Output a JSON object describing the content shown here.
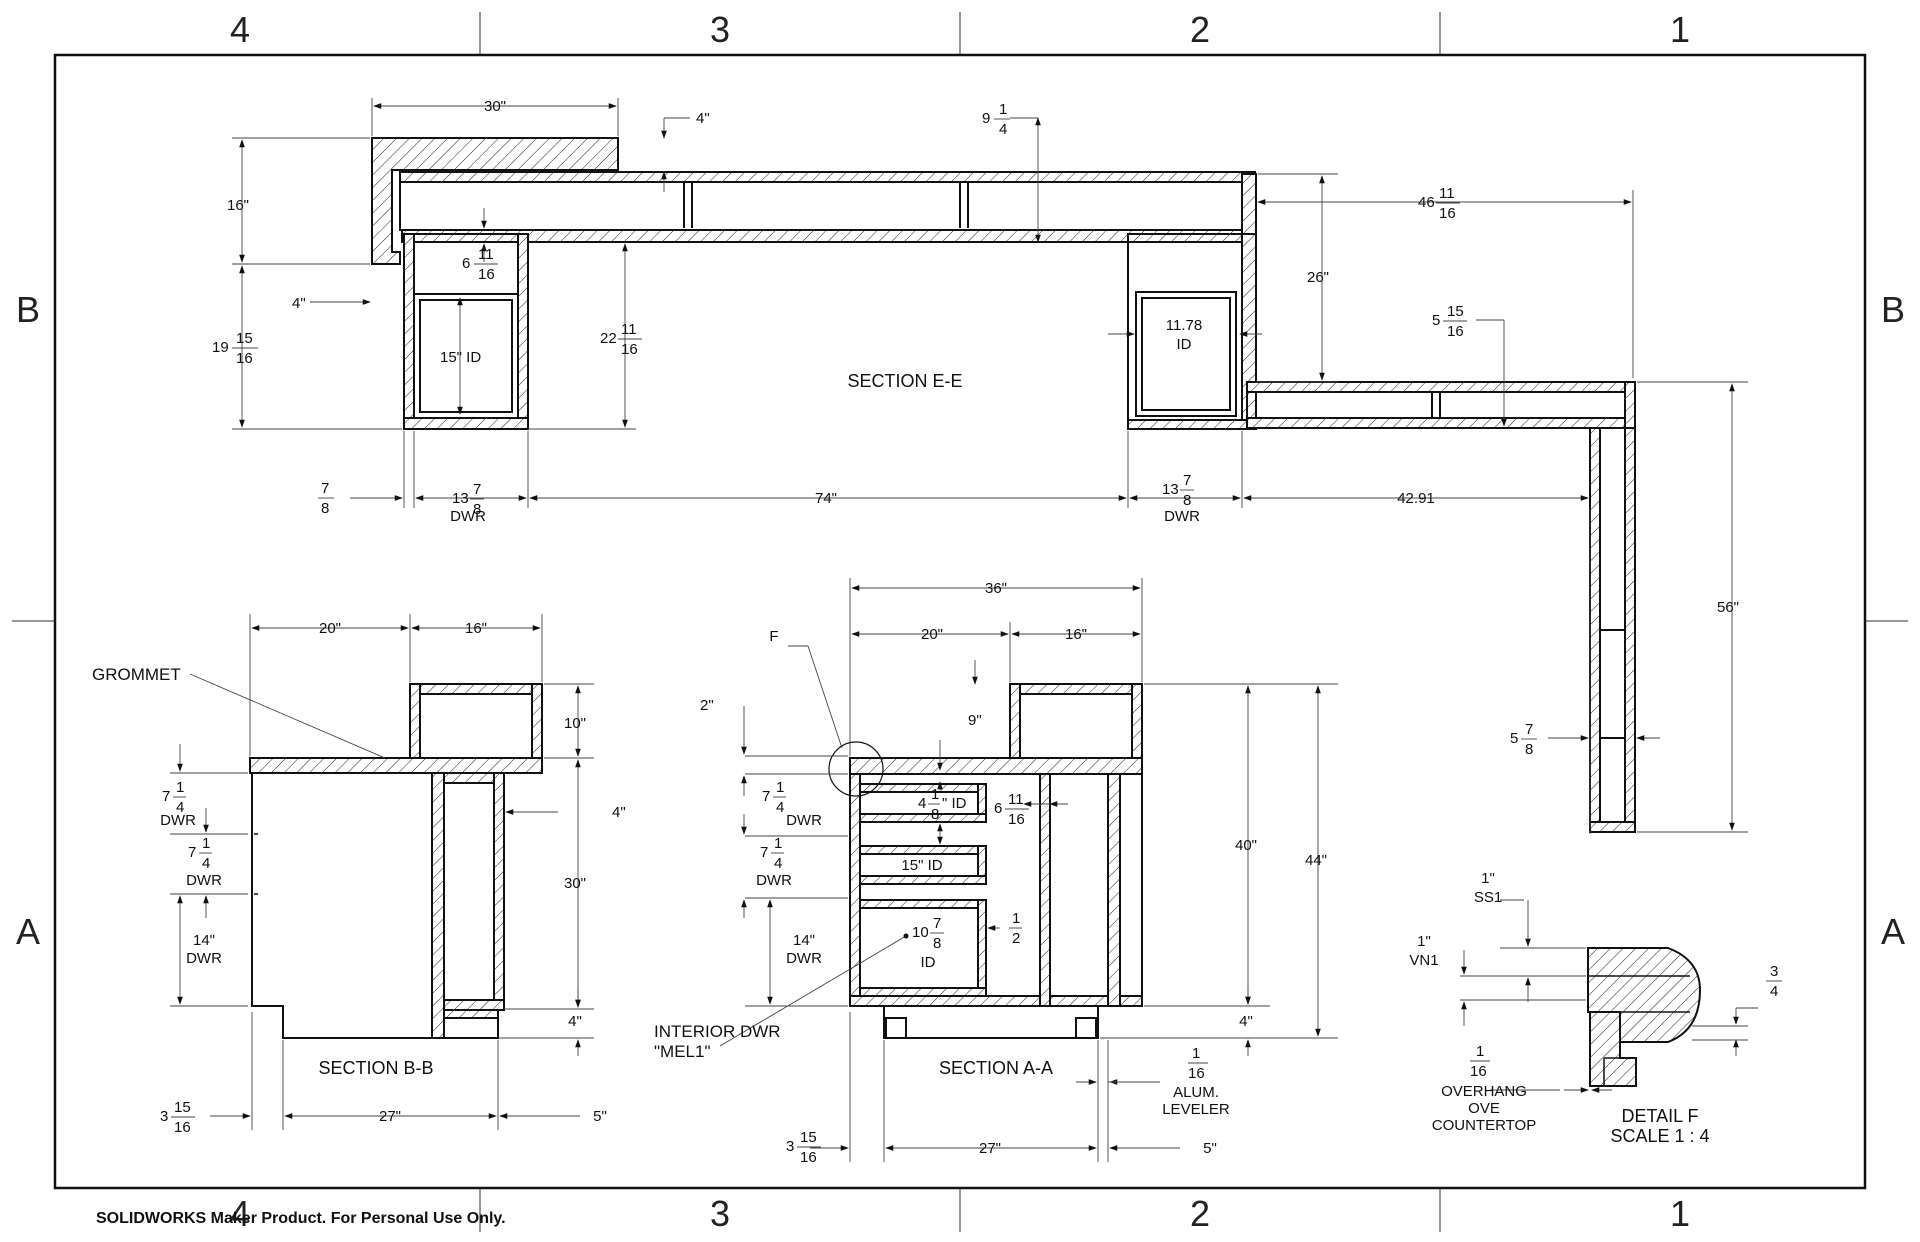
{
  "border_zones": {
    "top": [
      "4",
      "3",
      "2",
      "1"
    ],
    "bottom": [
      "4",
      "3",
      "2",
      "1"
    ],
    "left": [
      "B",
      "A"
    ],
    "right": [
      "B",
      "A"
    ]
  },
  "section_ee": {
    "title": "SECTION E-E",
    "dims": {
      "top_30": "30\"",
      "top_4": "4\"",
      "nine_quarter_whole": "9",
      "nine_quarter_num": "1",
      "nine_quarter_den": "4",
      "left_16": "16\"",
      "left_4": "4\"",
      "nineteen_whole": "19",
      "nineteen_num": "15",
      "nineteen_den": "16",
      "six_whole": "6",
      "six_num": "11",
      "six_den": "16",
      "id_15": "15\" ID",
      "twentytwo_whole": "22",
      "twentytwo_num": "11",
      "twentytwo_den": "16",
      "id_1178": "11.78",
      "id_1178_sub": "ID",
      "right_26": "26\"",
      "fortysix_whole": "46",
      "fortysix_num": "11",
      "fortysix_den": "16",
      "five_whole": "5",
      "five_num": "15",
      "five_den": "16",
      "seven_eighth_num": "7",
      "seven_eighth_den": "8",
      "thirteen_whole": "13",
      "thirteen_num": "7",
      "thirteen_den": "8",
      "dwr": "DWR",
      "span_74": "74\"",
      "span_4291": "42.91",
      "right_56": "56\"",
      "fiveseven_whole": "5",
      "fiveseven_num": "7",
      "fiveseven_den": "8"
    }
  },
  "section_bb": {
    "title": "SECTION B-B",
    "grommet": "GROMMET",
    "dims": {
      "w20": "20\"",
      "w16": "16\"",
      "h10": "10\"",
      "seven_whole": "7",
      "seven_num": "1",
      "seven_den": "4",
      "dwr": "DWR",
      "h14": "14\"",
      "h30": "30\"",
      "r4": "4\"",
      "b4": "4\"",
      "three_whole": "3",
      "three_num": "15",
      "three_den": "16",
      "w27": "27\"",
      "w5": "5\""
    }
  },
  "section_aa": {
    "title": "SECTION A-A",
    "detail_callout": "F",
    "interior_dwr": "INTERIOR DWR",
    "interior_mel": "\"MEL1\"",
    "dims": {
      "w36": "36\"",
      "w20": "20\"",
      "w16": "16\"",
      "h2": "2\"",
      "h9": "9\"",
      "seven_whole": "7",
      "seven_num": "1",
      "seven_den": "4",
      "dwr": "DWR",
      "four_whole": "4",
      "four_num": "1",
      "four_den": "8",
      "four_id": "\" ID",
      "six_whole": "6",
      "six_num": "11",
      "six_den": "16",
      "id15": "15\" ID",
      "h14": "14\"",
      "ten_whole": "10",
      "ten_num": "7",
      "ten_den": "8",
      "ten_id": "ID",
      "half_num": "1",
      "half_den": "2",
      "h40": "40\"",
      "h44": "44\"",
      "b4": "4\"",
      "sixteenth_num": "1",
      "sixteenth_den": "16",
      "alum": "ALUM.",
      "leveler": "LEVELER",
      "three_whole": "3",
      "three_num": "15",
      "three_den": "16",
      "w27": "27\"",
      "w5": "5\""
    }
  },
  "detail_f": {
    "title": "DETAIL F",
    "scale": "SCALE 1 : 4",
    "ss1_val": "1\"",
    "ss1": "SS1",
    "vn1_val": "1\"",
    "vn1": "VN1",
    "three_quarter_num": "3",
    "three_quarter_den": "4",
    "overhang_num": "1",
    "overhang_den": "16",
    "overhang": "OVERHANG",
    "ove": "OVE",
    "countertop": "COUNTERTOP"
  },
  "footer": "SOLIDWORKS Maker Product. For Personal Use Only."
}
